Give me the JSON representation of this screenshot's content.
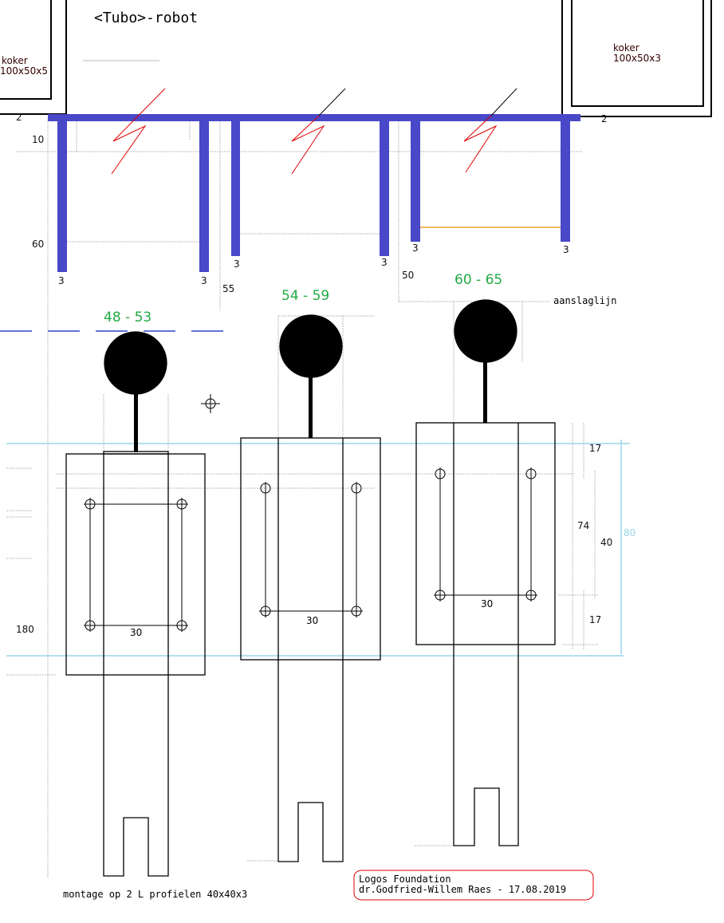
{
  "title": "<Tubo>-robot",
  "left_box": {
    "line1": "koker",
    "line2": "100x50x5"
  },
  "right_box": {
    "line1": "koker",
    "line2": "100x50x3"
  },
  "dimensions": {
    "top_left": "2",
    "top_right": "2",
    "ten": "10",
    "sixty": "60",
    "leg_threes": [
      "3",
      "3",
      "3",
      "3",
      "3",
      "3"
    ],
    "fifty_five": "55",
    "fifty": "50",
    "one_eighty": "180",
    "seventeen_top": "17",
    "seventy_four": "74",
    "forty": "40",
    "eighty": "80",
    "seventeen_bottom": "17"
  },
  "figures": [
    {
      "range": "48 - 53",
      "width_label": "30"
    },
    {
      "range": "54 - 59",
      "width_label": "30"
    },
    {
      "range": "60 - 65",
      "width_label": "30"
    }
  ],
  "aanslaglijn": "aanslaglijn",
  "montage": "montage op 2 L profielen 40x40x3",
  "credits": {
    "line1": "Logos Foundation",
    "line2": "dr.Godfried-Willem Raes - 17.08.2019"
  },
  "colors": {
    "frame": "#4848c8",
    "range_text": "#22aa44",
    "cyan": "#99d6ea",
    "red": "#e00000",
    "orange": "#f0a030"
  }
}
